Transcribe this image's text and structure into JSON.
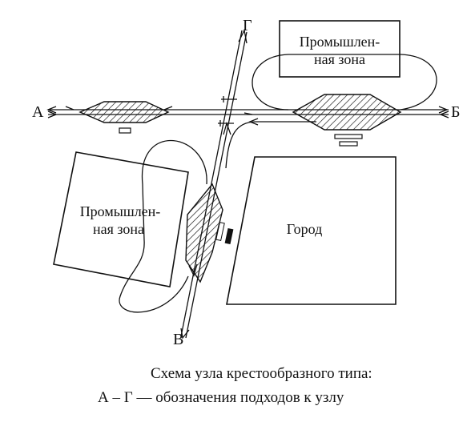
{
  "diagram": {
    "approaches": {
      "a": "А",
      "b": "Б",
      "v": "В",
      "g": "Г"
    },
    "industrial_zone_top": {
      "line1": "Промышлен-",
      "line2": "ная зона"
    },
    "industrial_zone_left": {
      "line1": "Промышлен-",
      "line2": "ная зона"
    },
    "city": "Город"
  },
  "caption": {
    "title": "Схема узла крестообразного типа:",
    "legend": "А – Г — обозначения подходов к узлу"
  }
}
